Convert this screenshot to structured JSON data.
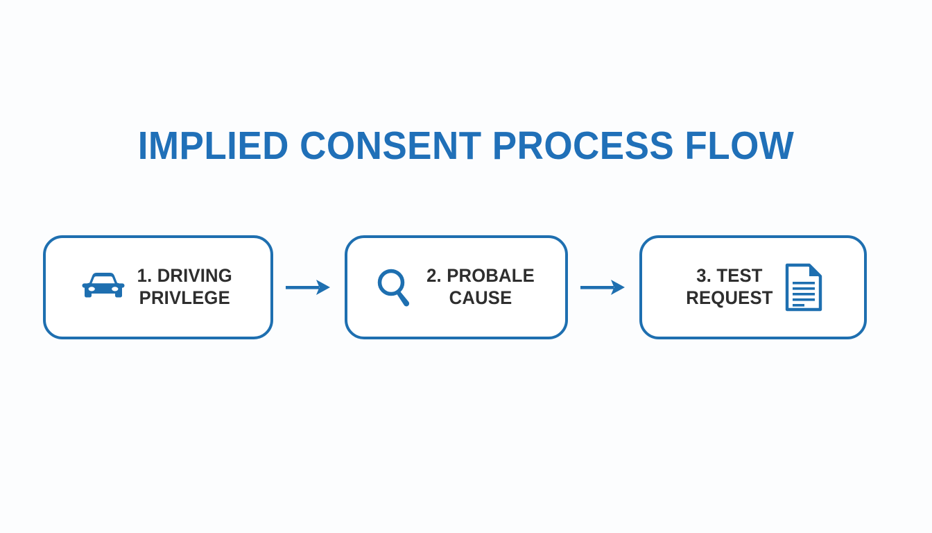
{
  "page": {
    "title": "IMPLIED CONSENT PROCESS FLOW",
    "background_color": "#fcfdfe",
    "accent_color": "#1e6fb0",
    "title_color": "#2070b8",
    "label_color": "#2e2e2e"
  },
  "flow": {
    "steps": [
      {
        "id": "step-1",
        "label": "1. DRIVING\nPRIVLEGE",
        "icon": "car-icon",
        "icon_position": "left"
      },
      {
        "id": "step-2",
        "label": "2. PROBALE\nCAUSE",
        "icon": "magnifier-icon",
        "icon_position": "left"
      },
      {
        "id": "step-3",
        "label": "3. TEST\nREQUEST",
        "icon": "document-icon",
        "icon_position": "right"
      }
    ],
    "connectors": [
      {
        "id": "arrow-1",
        "icon": "arrow-right-icon"
      },
      {
        "id": "arrow-2",
        "icon": "arrow-right-icon"
      }
    ]
  }
}
